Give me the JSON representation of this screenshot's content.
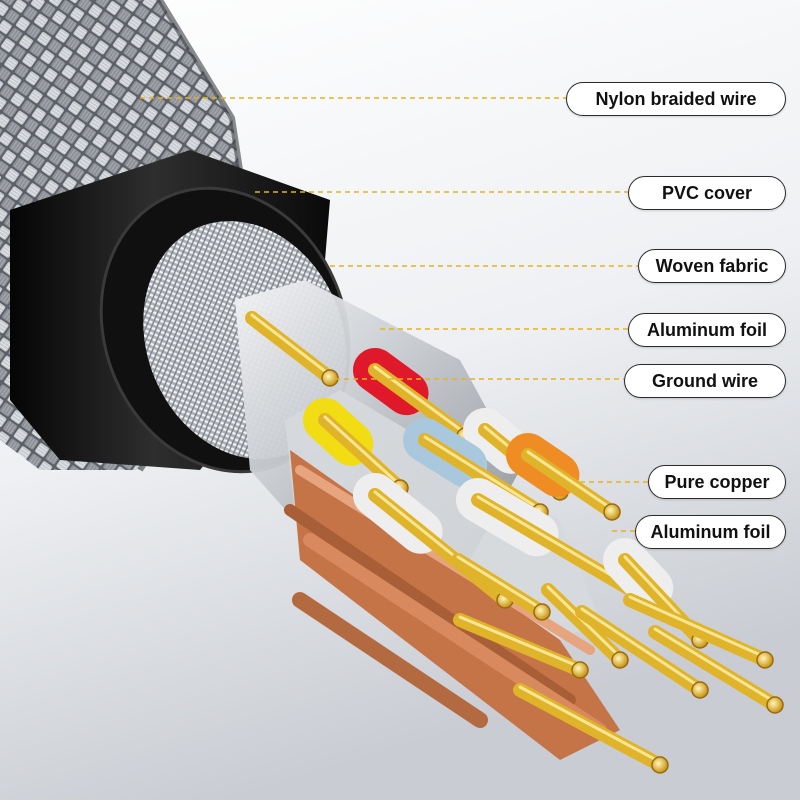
{
  "labels": {
    "nylon_braided_wire": "Nylon braided wire",
    "pvc_cover": "PVC cover",
    "woven_fabric": "Woven fabric",
    "aluminum_foil_1": "Aluminum foil",
    "ground_wire": "Ground wire",
    "pure_copper": "Pure copper",
    "aluminum_foil_2": "Aluminum foil"
  },
  "colors": {
    "leader_line": "#e8b21e",
    "callout_border": "#2b2b2b",
    "callout_fill": "#ffffff",
    "jacket": "#151515",
    "gold_pin": "#e0b42a",
    "copper_wire": "#c8784f",
    "red_insulator": "#e0192a",
    "yellow_insulator": "#f2dc14",
    "white_insulator": "#eeeeee",
    "blue_insulator": "#a9c8de",
    "orange_insulator": "#f08c24",
    "foil_silver": "#c9ccd0"
  }
}
